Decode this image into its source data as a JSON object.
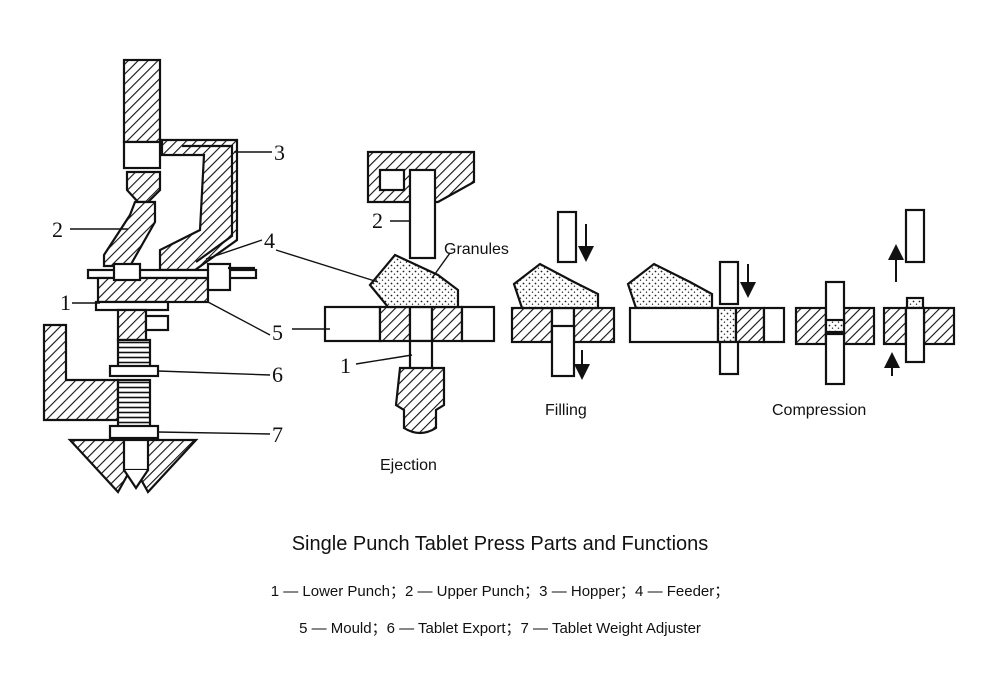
{
  "labels": {
    "granules": "Granules",
    "ejection": "Ejection",
    "filling": "Filling",
    "compression": "Compression",
    "n1": "1",
    "n2": "2",
    "n3": "3",
    "n4": "4",
    "n5": "5",
    "n6": "6",
    "n7": "7"
  },
  "caption": {
    "title": "Single Punch Tablet Press Parts and Functions",
    "line1": "1 — Lower Punch；2 — Upper Punch；3 — Hopper；4 — Feeder；",
    "line2": "5 — Mould；6 — Tablet Export；7 — Tablet Weight Adjuster"
  }
}
